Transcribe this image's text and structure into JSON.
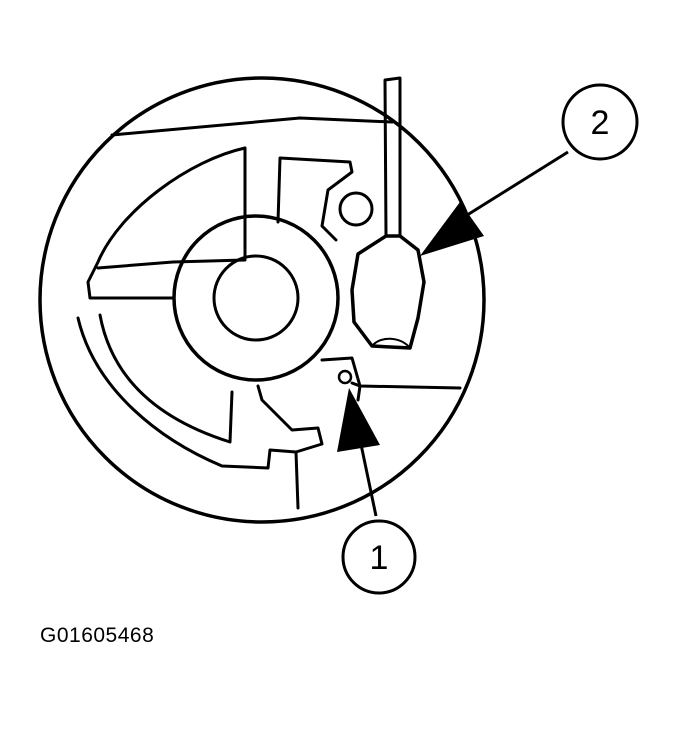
{
  "callouts": [
    {
      "id": "callout-1",
      "label": "1"
    },
    {
      "id": "callout-2",
      "label": "2"
    }
  ],
  "figure_code": "G01605468",
  "colors": {
    "ink": "#000000",
    "paper": "#ffffff"
  }
}
